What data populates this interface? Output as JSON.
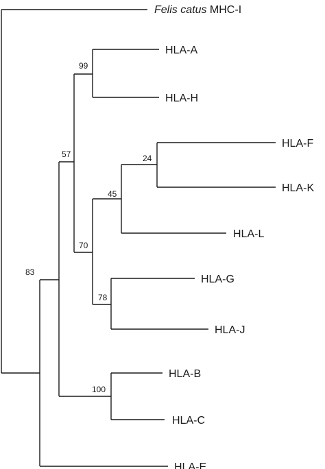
{
  "leaves": {
    "felis": {
      "name_italic": "Felis catus",
      "name_rest": "MHC-I"
    },
    "hla_a": "HLA-A",
    "hla_h": "HLA-H",
    "hla_f": "HLA-F",
    "hla_k": "HLA-K",
    "hla_l": "HLA-L",
    "hla_g": "HLA-G",
    "hla_j": "HLA-J",
    "hla_b": "HLA-B",
    "hla_c": "HLA-C",
    "hla_e": "HLA-E"
  },
  "support_values": {
    "a_h": "99",
    "a_to_j": "57",
    "f_k": "24",
    "f_to_l": "45",
    "f_to_j": "70",
    "g_j": "78",
    "b_c": "100",
    "hla_all": "83"
  }
}
